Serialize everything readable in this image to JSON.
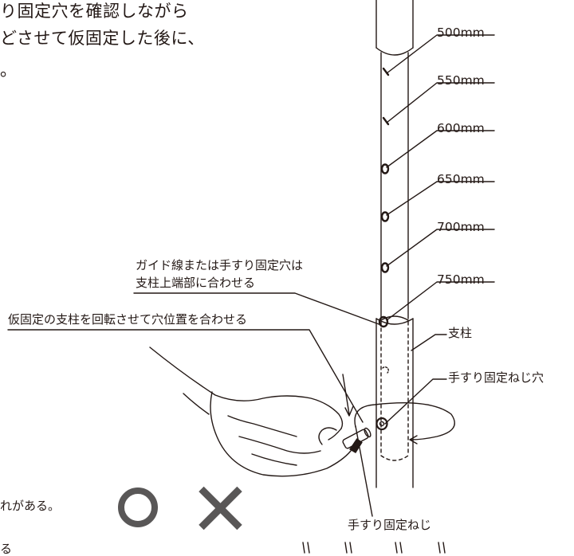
{
  "heading": {
    "line1": "り固定穴を確認しながら",
    "line2": "どさせて仮固定した後に、",
    "line3": "。"
  },
  "heights": [
    "500mm",
    "550mm",
    "600mm",
    "650mm",
    "700mm",
    "750mm"
  ],
  "callouts": {
    "guide_line1": "ガイド線または手すり固定穴は",
    "guide_line2": "支柱上端部に合わせる",
    "rotate": "仮固定の支柱を回転させて穴位置を合わせる",
    "pillar": "支柱",
    "screw_hole": "手すり固定ねじ穴",
    "screw": "手すり固定ねじ"
  },
  "bottom": {
    "caution": "れがある。",
    "tail": "る"
  },
  "marks": {
    "ok_icon": "circle-icon",
    "ng_icon": "cross-icon",
    "color": "#595757"
  }
}
